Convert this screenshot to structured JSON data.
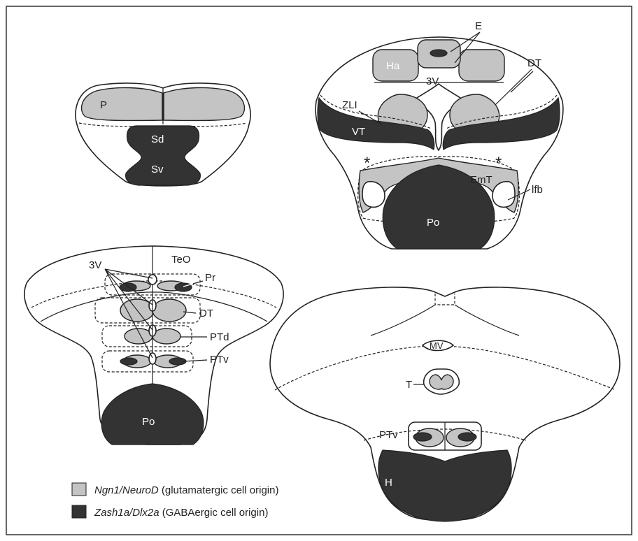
{
  "panel_a": {
    "labels": {
      "p": "P",
      "sd": "Sd",
      "sv": "Sv"
    }
  },
  "panel_b": {
    "labels": {
      "e": "E",
      "ha": "Ha",
      "v3": "3V",
      "dt": "DT",
      "zli": "ZLI",
      "vt": "VT",
      "star": "*",
      "emt": "EmT",
      "lfb": "lfb",
      "po": "Po"
    }
  },
  "panel_c": {
    "labels": {
      "v3": "3V",
      "teo": "TeO",
      "pr": "Pr",
      "dt": "DT",
      "ptd": "PTd",
      "ptv": "PTv",
      "po": "Po"
    }
  },
  "panel_d": {
    "labels": {
      "mv": "MV",
      "t": "T",
      "ptv": "PTv",
      "h": "H"
    }
  },
  "legend": {
    "items": [
      {
        "gene": "Ngn1/NeuroD",
        "desc": " (glutamatergic cell origin)",
        "color": "#c4c4c4"
      },
      {
        "gene": "Zash1a/Dlx2a",
        "desc": " (GABAergic cell origin)",
        "color": "#333333"
      }
    ]
  },
  "colors": {
    "glutamatergic": "#c4c4c4",
    "gabaergic": "#333333",
    "outline": "#222222"
  }
}
